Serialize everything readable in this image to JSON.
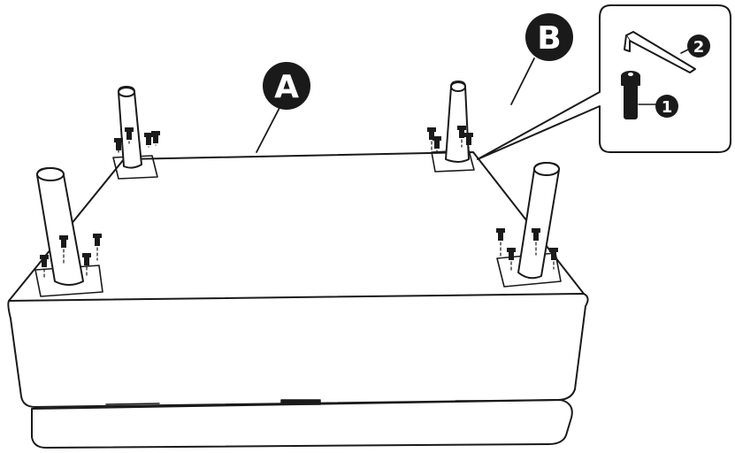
{
  "diagram": {
    "labels": {
      "a": "A",
      "b": "B"
    },
    "parts": [
      {
        "number": "1",
        "part": "bolt"
      },
      {
        "number": "2",
        "part": "allen-key"
      }
    ],
    "colors": {
      "ink": "#1a1a1a",
      "paper": "#ffffff"
    }
  }
}
